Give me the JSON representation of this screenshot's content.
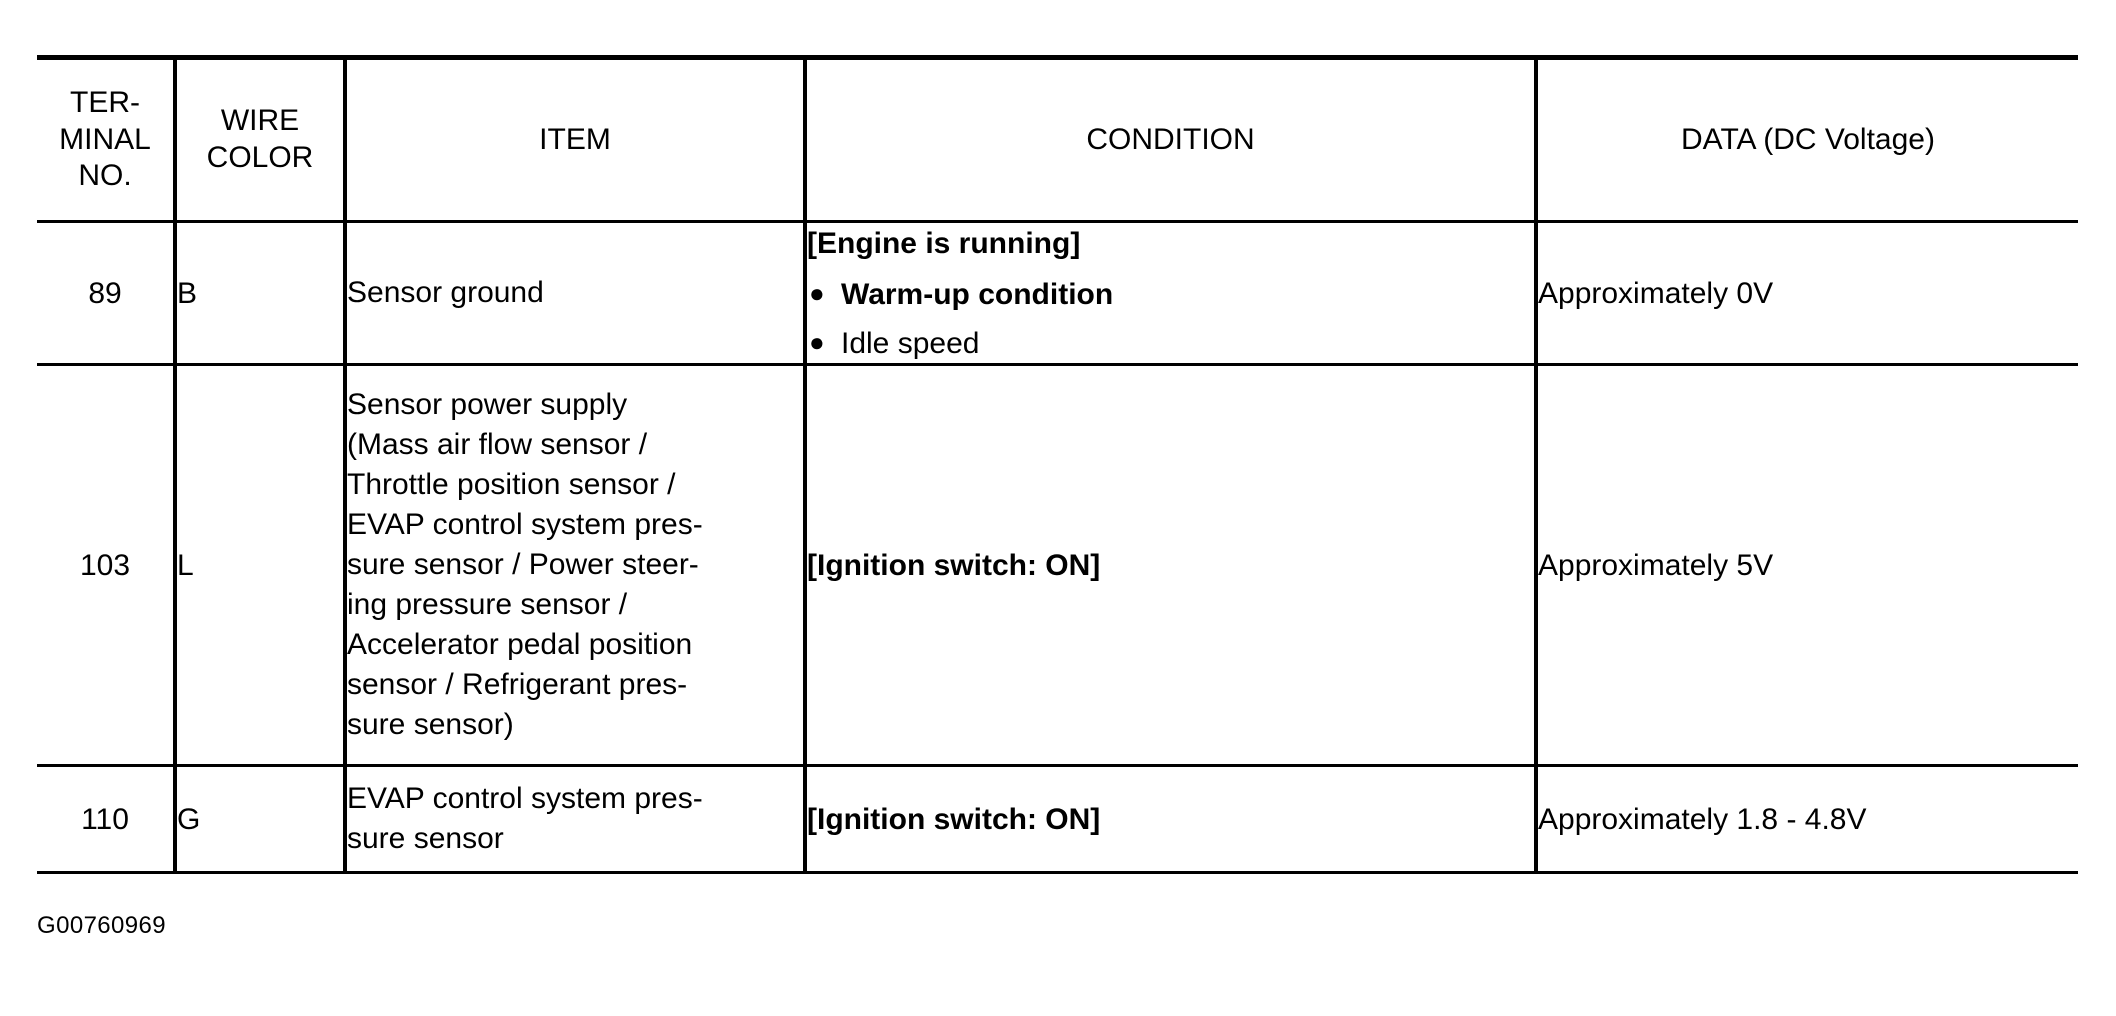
{
  "table": {
    "columns": [
      {
        "key": "terminal",
        "label": "TER-\nMINAL\nNO."
      },
      {
        "key": "wire",
        "label": "WIRE\nCOLOR"
      },
      {
        "key": "item",
        "label": "ITEM"
      },
      {
        "key": "condition",
        "label": "CONDITION"
      },
      {
        "key": "data",
        "label": "DATA (DC Voltage)"
      }
    ],
    "rows": [
      {
        "terminal": "89",
        "wire": "B",
        "item": "Sensor ground",
        "condition_heading": "[Engine is running]",
        "condition_bullets": [
          {
            "text": "Warm-up condition",
            "bold": true,
            "bullet": "●"
          },
          {
            "text": "Idle speed",
            "bold": false,
            "bullet": "●"
          }
        ],
        "condition_single": "",
        "data": "Approximately 0V"
      },
      {
        "terminal": "103",
        "wire": "L",
        "item": "Sensor power supply\n(Mass air flow sensor /\nThrottle position sensor /\nEVAP control system pres-\nsure sensor / Power steer-\ning pressure sensor /\nAccelerator pedal position\nsensor / Refrigerant pres-\nsure sensor)",
        "condition_heading": "",
        "condition_bullets": [],
        "condition_single": "[Ignition switch: ON]",
        "data": "Approximately 5V"
      },
      {
        "terminal": "110",
        "wire": "G",
        "item": "EVAP control system pres-\nsure sensor",
        "condition_heading": "",
        "condition_bullets": [],
        "condition_single": "[Ignition switch: ON]",
        "data": "Approximately 1.8 - 4.8V"
      }
    ]
  },
  "footer": {
    "figure_code": "G00760969"
  },
  "colors": {
    "ink": "#000000",
    "paper": "#ffffff"
  }
}
